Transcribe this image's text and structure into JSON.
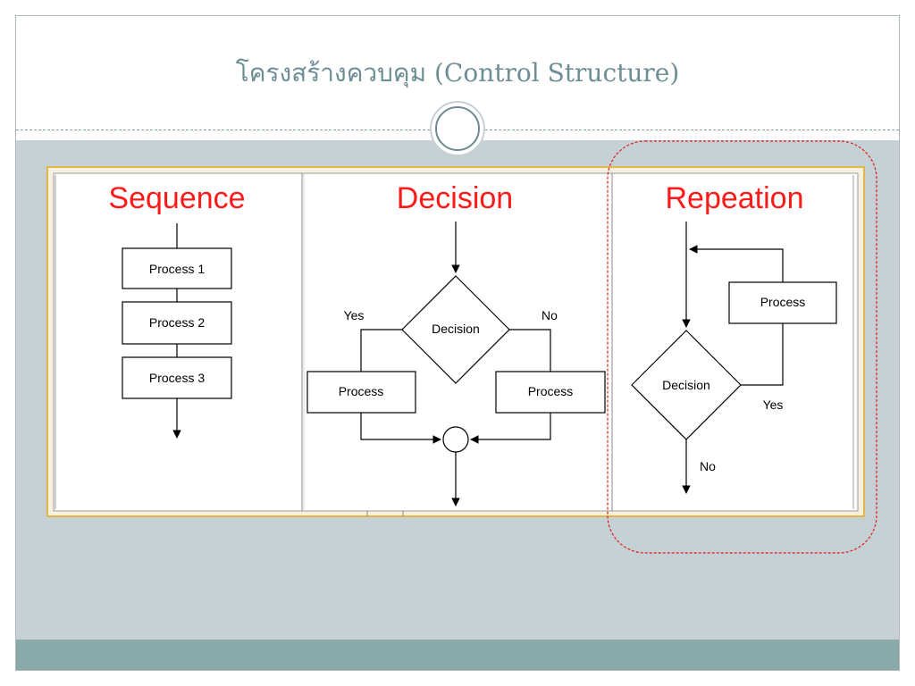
{
  "slide": {
    "title": "โครงสร้างควบคุม (Control Structure)"
  },
  "panels": {
    "sequence": {
      "heading": "Sequence",
      "steps": [
        "Process 1",
        "Process 2",
        "Process 3"
      ]
    },
    "decision": {
      "heading": "Decision",
      "decision": "Decision",
      "yes": "Yes",
      "no": "No",
      "left_process": "Process",
      "right_process": "Process"
    },
    "repetition": {
      "heading": "Repeation",
      "process": "Process",
      "decision": "Decision",
      "yes": "Yes",
      "no": "No"
    }
  },
  "colors": {
    "heading": "#ff1a1a",
    "highlight": "#e0191f",
    "background": "#c6d1d5",
    "footer": "#8aa9aa"
  }
}
